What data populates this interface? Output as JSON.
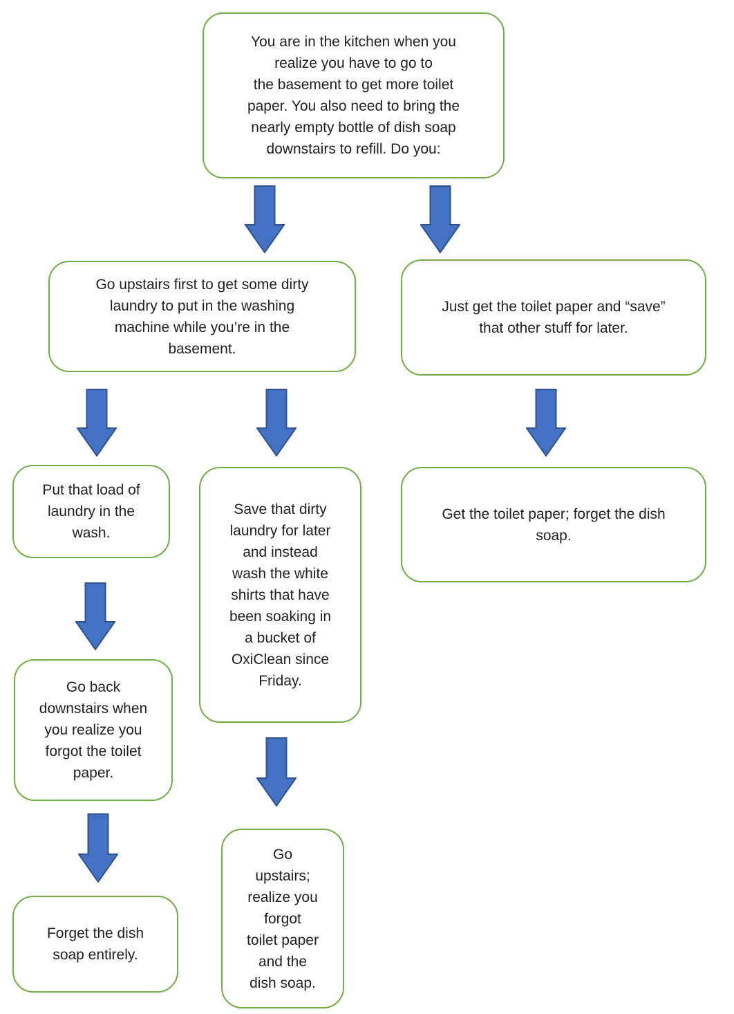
{
  "colors": {
    "box_border": "#70AD47",
    "box_fill": "#FFFFFF",
    "text_color": "#1F1F1F",
    "arrow_fill": "#4472C4",
    "arrow_stroke": "#2F528F"
  },
  "flowchart": {
    "nodes": [
      {
        "id": "kitchen-start",
        "text": "You are in the kitchen when you\nrealize you have to go to\nthe basement to get more toilet\npaper. You also need to bring the\nnearly empty bottle of dish soap\ndownstairs to refill. Do you:"
      },
      {
        "id": "laundry-first",
        "text": "Go upstairs first to get some dirty\nlaundry to put in the washing\nmachine while you’re in the\nbasement."
      },
      {
        "id": "just-toilet-paper",
        "text": "Just get the toilet paper and “save”\nthat other stuff for later."
      },
      {
        "id": "put-load-in-wash",
        "text": "Put that load of\nlaundry in the\nwash."
      },
      {
        "id": "save-laundry-wash-whites",
        "text": "Save that dirty\nlaundry for later\nand instead\nwash the white\nshirts that have\nbeen soaking in\na bucket of\nOxiClean since\nFriday."
      },
      {
        "id": "get-tp-forget-soap",
        "text": "Get the toilet paper; forget the dish\nsoap."
      },
      {
        "id": "go-back-downstairs",
        "text": "Go back\ndownstairs when\nyou realize you\nforgot the toilet\npaper."
      },
      {
        "id": "forget-dish-soap",
        "text": "Forget the dish\nsoap entirely."
      },
      {
        "id": "go-upstairs-forgot-both",
        "text": "Go\nupstairs;\nrealize you\nforgot\ntoilet paper\nand the\ndish soap."
      }
    ],
    "edges": [
      {
        "from": "kitchen-start",
        "to": "laundry-first"
      },
      {
        "from": "kitchen-start",
        "to": "just-toilet-paper"
      },
      {
        "from": "laundry-first",
        "to": "put-load-in-wash"
      },
      {
        "from": "laundry-first",
        "to": "save-laundry-wash-whites"
      },
      {
        "from": "just-toilet-paper",
        "to": "get-tp-forget-soap"
      },
      {
        "from": "put-load-in-wash",
        "to": "go-back-downstairs"
      },
      {
        "from": "go-back-downstairs",
        "to": "forget-dish-soap"
      },
      {
        "from": "save-laundry-wash-whites",
        "to": "go-upstairs-forgot-both"
      }
    ]
  }
}
